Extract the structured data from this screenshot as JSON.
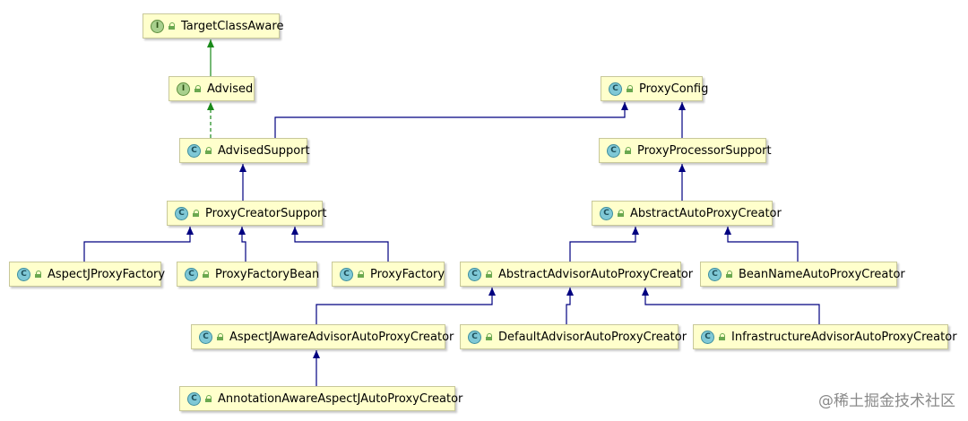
{
  "nodes": [
    {
      "id": "TargetClassAware",
      "label": "TargetClassAware",
      "kind": "interface"
    },
    {
      "id": "Advised",
      "label": "Advised",
      "kind": "interface"
    },
    {
      "id": "ProxyConfig",
      "label": "ProxyConfig",
      "kind": "class"
    },
    {
      "id": "AdvisedSupport",
      "label": "AdvisedSupport",
      "kind": "class"
    },
    {
      "id": "ProxyProcessorSupport",
      "label": "ProxyProcessorSupport",
      "kind": "class"
    },
    {
      "id": "ProxyCreatorSupport",
      "label": "ProxyCreatorSupport",
      "kind": "class"
    },
    {
      "id": "AbstractAutoProxyCreator",
      "label": "AbstractAutoProxyCreator",
      "kind": "class"
    },
    {
      "id": "AspectJProxyFactory",
      "label": "AspectJProxyFactory",
      "kind": "class"
    },
    {
      "id": "ProxyFactoryBean",
      "label": "ProxyFactoryBean",
      "kind": "class"
    },
    {
      "id": "ProxyFactory",
      "label": "ProxyFactory",
      "kind": "class"
    },
    {
      "id": "AbstractAdvisorAutoProxyCreator",
      "label": "AbstractAdvisorAutoProxyCreator",
      "kind": "class"
    },
    {
      "id": "BeanNameAutoProxyCreator",
      "label": "BeanNameAutoProxyCreator",
      "kind": "class"
    },
    {
      "id": "AspectJAwareAdvisorAutoProxyCreator",
      "label": "AspectJAwareAdvisorAutoProxyCreator",
      "kind": "class"
    },
    {
      "id": "DefaultAdvisorAutoProxyCreator",
      "label": "DefaultAdvisorAutoProxyCreator",
      "kind": "class"
    },
    {
      "id": "InfrastructureAdvisorAutoProxyCreator",
      "label": "InfrastructureAdvisorAutoProxyCreator",
      "kind": "class"
    },
    {
      "id": "AnnotationAwareAspectJAutoProxyCreator",
      "label": "AnnotationAwareAspectJAutoProxyCreator",
      "kind": "class"
    }
  ],
  "edges": [
    {
      "from": "Advised",
      "to": "TargetClassAware",
      "type": "extends-interface"
    },
    {
      "from": "AdvisedSupport",
      "to": "Advised",
      "type": "implements"
    },
    {
      "from": "AdvisedSupport",
      "to": "ProxyConfig",
      "type": "extends"
    },
    {
      "from": "ProxyProcessorSupport",
      "to": "ProxyConfig",
      "type": "extends"
    },
    {
      "from": "ProxyCreatorSupport",
      "to": "AdvisedSupport",
      "type": "extends"
    },
    {
      "from": "AbstractAutoProxyCreator",
      "to": "ProxyProcessorSupport",
      "type": "extends"
    },
    {
      "from": "AspectJProxyFactory",
      "to": "ProxyCreatorSupport",
      "type": "extends"
    },
    {
      "from": "ProxyFactoryBean",
      "to": "ProxyCreatorSupport",
      "type": "extends"
    },
    {
      "from": "ProxyFactory",
      "to": "ProxyCreatorSupport",
      "type": "extends"
    },
    {
      "from": "AbstractAdvisorAutoProxyCreator",
      "to": "AbstractAutoProxyCreator",
      "type": "extends"
    },
    {
      "from": "BeanNameAutoProxyCreator",
      "to": "AbstractAutoProxyCreator",
      "type": "extends"
    },
    {
      "from": "AspectJAwareAdvisorAutoProxyCreator",
      "to": "AbstractAdvisorAutoProxyCreator",
      "type": "extends"
    },
    {
      "from": "DefaultAdvisorAutoProxyCreator",
      "to": "AbstractAdvisorAutoProxyCreator",
      "type": "extends"
    },
    {
      "from": "InfrastructureAdvisorAutoProxyCreator",
      "to": "AbstractAdvisorAutoProxyCreator",
      "type": "extends"
    },
    {
      "from": "AnnotationAwareAspectJAutoProxyCreator",
      "to": "AspectJAwareAdvisorAutoProxyCreator",
      "type": "extends"
    }
  ],
  "colors": {
    "node_fill": "#ffffcc",
    "class_edge": "#000080",
    "interface_edge": "#1a8a1a"
  },
  "badges": {
    "class": "C",
    "interface": "I"
  },
  "watermark": "@稀土掘金技术社区"
}
